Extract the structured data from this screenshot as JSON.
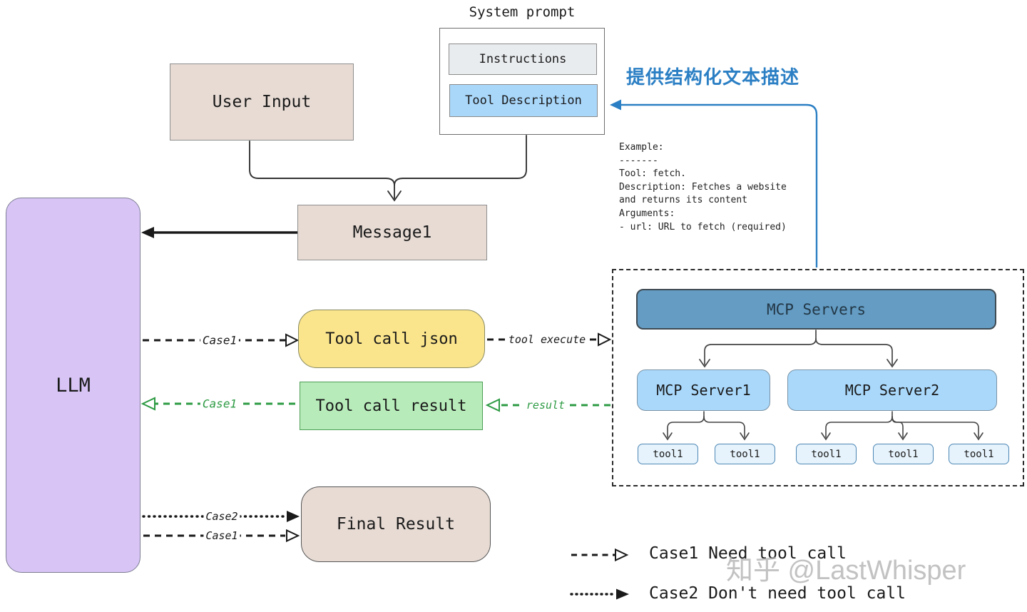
{
  "diagram": {
    "nodes": {
      "system_prompt_label": "System prompt",
      "instructions": "Instructions",
      "tool_description": "Tool Description",
      "user_input": "User Input",
      "message1": "Message1",
      "llm": "LLM",
      "tool_call_json": "Tool call json",
      "tool_call_result": "Tool call result",
      "final_result": "Final Result",
      "mcp_servers": "MCP Servers",
      "mcp_server1": "MCP Server1",
      "mcp_server2": "MCP Server2"
    },
    "tools": [
      "tool1",
      "tool1",
      "tool1",
      "tool1",
      "tool1"
    ],
    "annotations": {
      "chinese_note": "提供结构化文本描述",
      "example_text": "Example:\n-------\nTool: fetch.\nDescription: Fetches a website\nand returns its content\nArguments:\n- url: URL to fetch (required)"
    },
    "edge_labels": {
      "case1_llm_to_json": "Case1",
      "tool_execute": "tool execute",
      "result": "result",
      "case1_result_to_llm": "Case1",
      "case2_llm_to_final": "Case2",
      "case1_llm_to_final": "Case1"
    },
    "legend": {
      "case1": "Case1 Need tool call",
      "case2": "Case2 Don't need tool call"
    },
    "watermark": "知乎 @LastWhisper",
    "colors": {
      "llm_fill": "#d8c5f6",
      "beige_fill": "#e7dbd4",
      "yellow_fill": "#fae58c",
      "green_fill": "#b7ebb9",
      "green_arrow": "#2e9b44",
      "blue_accent": "#2b7fc4",
      "mcp_header_fill": "#649cc3",
      "server_fill": "#a9d8fb",
      "tool_fill": "#e6f3fc",
      "instructions_fill": "#e9ecef",
      "tool_description_fill": "#a9d7fa"
    }
  }
}
